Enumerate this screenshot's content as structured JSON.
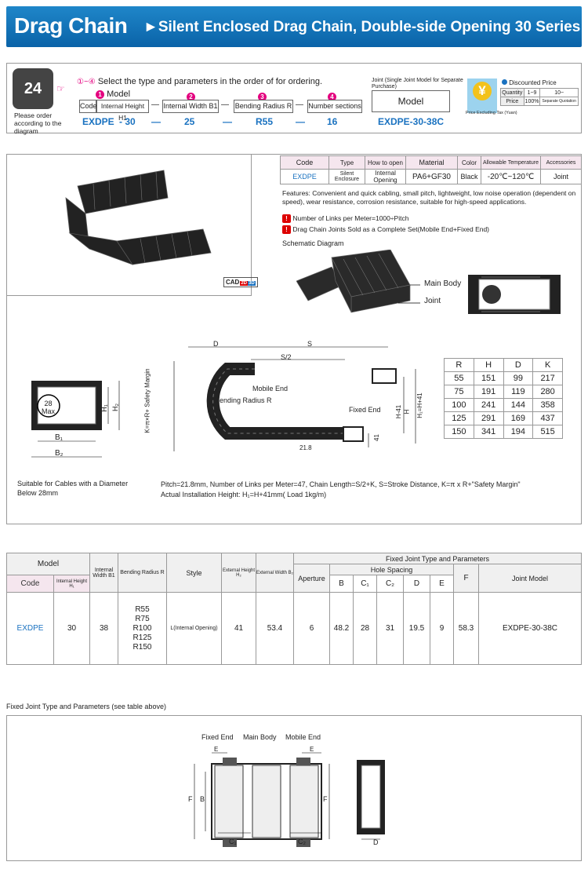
{
  "header": {
    "title": "Drag Chain",
    "subtitle": "Silent Enclosed Drag Chain, Double-side Opening 30 Series",
    "arrow": "►"
  },
  "ordering": {
    "phone_label": "24",
    "order_note": "Please order according to the diagram",
    "instruction": "Select the type and parameters in the order of for ordering.",
    "step_range": "①~④",
    "col_model": "Model",
    "col_code": "Code",
    "col_h1": "Internal Height H1",
    "col_b1": "Internal Width B1",
    "col_r": "Bending Radius R",
    "col_n": "Number sections",
    "dash": "—",
    "val_code": "EXDPE",
    "val_h1": "- 30",
    "val_b1": "25",
    "val_r": "R55",
    "val_n": "16",
    "joint_note": "Joint (Single Joint Model for Separate Purchase)",
    "joint_model_label": "Model",
    "joint_model_value": "EXDPE-30-38C",
    "price_label": "Discounted Price",
    "price_qty": "Quantity",
    "price_q1": "1~9",
    "price_q2": "10~",
    "price_row": "Price",
    "price_p1": "100%",
    "price_p2": "Separate Quotation",
    "price_note": "Price Excluding Tax (Yuan)",
    "yen": "¥"
  },
  "spec": {
    "headers": [
      "Code",
      "Type",
      "How to open",
      "Material",
      "Color",
      "Allowable Temperature",
      "Accessories"
    ],
    "row": [
      "EXDPE",
      "Silent Enclosure",
      "Internal Opening",
      "PA6+GF30",
      "Black",
      "-20℃~120℃",
      "Joint"
    ],
    "features": "Features: Convenient and quick cabling, small pitch, lightweight, low noise operation (dependent on speed), wear resistance, corrosion resistance, suitable for high-speed applications.",
    "note1": "Number of Links per Meter=1000÷Pitch",
    "note2": "Drag Chain Joints Sold as a Complete Set(Mobile End+Fixed End)",
    "schematic": "Schematic Diagram",
    "main_body": "Main Body",
    "joint": "Joint",
    "cad": "CAD",
    "cad_2d": "2D",
    "cad_3d": "3D"
  },
  "diagram": {
    "d": "D",
    "s": "S",
    "s2": "S/2",
    "mobile_end": "Mobile End",
    "bending_radius": "Bending Radius R",
    "fixed_end": "Fixed End",
    "k_label": "K=π×R+ Safety Margin",
    "h41": "H-41",
    "h": "H",
    "hf": "H₁=H+41",
    "v41": "41",
    "pitch": "21.8",
    "b1": "B₁",
    "b2": "B₂",
    "h1": "H₁",
    "h2": "H₂",
    "max_a": "28",
    "max_b": "Max",
    "cable_note": "Suitable for Cables with a Diameter Below 28mm",
    "formula1": "Pitch=21.8mm, Number of Links per Meter=47, Chain Length=S/2+K, S=Stroke Distance, K=π x R+\"Safety Margin\"",
    "formula2": "Actual Installation Height: H₁=H+41mm( Load 1kg/m)"
  },
  "rhdk": {
    "headers": [
      "R",
      "H",
      "D",
      "K"
    ],
    "rows": [
      [
        "55",
        "151",
        "99",
        "217"
      ],
      [
        "75",
        "191",
        "119",
        "280"
      ],
      [
        "100",
        "241",
        "144",
        "358"
      ],
      [
        "125",
        "291",
        "169",
        "437"
      ],
      [
        "150",
        "341",
        "194",
        "515"
      ]
    ]
  },
  "params": {
    "h_model": "Model",
    "h_code": "Code",
    "h_ih": "Internal Height H₁",
    "h_iw": "Internal Width B1",
    "h_br": "Bending Radius R",
    "h_style": "Style",
    "h_eh": "External Height H₂",
    "h_ew": "External Width B₂",
    "h_fixed": "Fixed Joint Type and Parameters",
    "h_ap": "Aperture",
    "h_hole": "Hole Spacing",
    "h_b": "B",
    "h_c1": "C₁",
    "h_c2": "C₂",
    "h_d": "D",
    "h_e": "E",
    "h_f": "F",
    "h_jm": "Joint Model",
    "code": "EXDPE",
    "ih": "30",
    "iw": "38",
    "br": "R55\nR75\nR100\nR125\nR150",
    "style": "L(Internal Opening)",
    "eh": "41",
    "ew": "53.4",
    "ap": "6",
    "b": "48.2",
    "c1": "28",
    "c2": "31",
    "d": "19.5",
    "e": "9",
    "f": "58.3",
    "jm": "EXDPE-30-38C"
  },
  "footer": {
    "title": "Fixed Joint Type and Parameters (see table above)",
    "fixed_end": "Fixed End",
    "main_body": "Main Body",
    "mobile_end": "Mobile End",
    "e": "E",
    "f": "F",
    "b": "B",
    "c1": "C₁",
    "c2": "C₂",
    "d": "D"
  },
  "colors": {
    "banner": "#0a63a8",
    "accent": "#1a72c0",
    "pink": "#e4007f",
    "warn": "#d00000"
  }
}
